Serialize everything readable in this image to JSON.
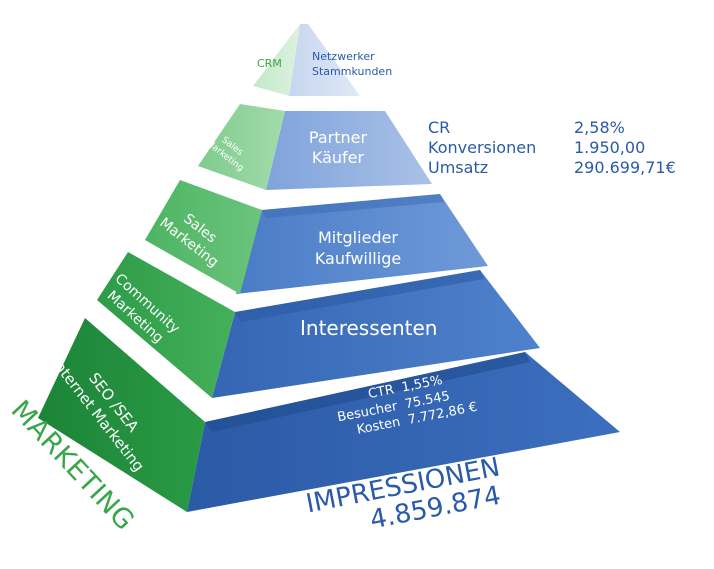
{
  "colors": {
    "blue_dark": "#2f5fae",
    "blue_light": "#a9c1e6",
    "green_dark": "#1f8a3a",
    "green_light": "#a9dcb0",
    "text_blue": "#2a5aa8",
    "text_green": "#3aa54a"
  },
  "levels": [
    {
      "left_label": [
        "CRM"
      ],
      "right_label": [
        "Netzwerker",
        "Stammkunden"
      ]
    },
    {
      "left_label": [
        "Sales",
        "Marketing"
      ],
      "right_label": [
        "Partner",
        "Käufer"
      ]
    },
    {
      "left_label": [
        "Sales",
        "Marketing"
      ],
      "right_label": [
        "Mitglieder",
        "Kaufwillige"
      ]
    },
    {
      "left_label": [
        "Community",
        "Marketing"
      ],
      "right_label": [
        "Interessenten"
      ]
    },
    {
      "left_label": [
        "SEO /SEA",
        "Internet Marketing"
      ],
      "right_label": []
    }
  ],
  "top_stats": [
    {
      "label": "CR",
      "value": "2,58%"
    },
    {
      "label": "Konversionen",
      "value": "1.950,00"
    },
    {
      "label": "Umsatz",
      "value": "290.699,71€"
    }
  ],
  "base_stats": [
    {
      "label": "CTR",
      "value": "1,55%"
    },
    {
      "label": "Besucher",
      "value": "75.545"
    },
    {
      "label": "Kosten",
      "value": "7.772,86 €"
    }
  ],
  "marketing_label": "MARKETING",
  "impressions_label": "IMPRESSIONEN",
  "impressions_value": "4.859.874"
}
